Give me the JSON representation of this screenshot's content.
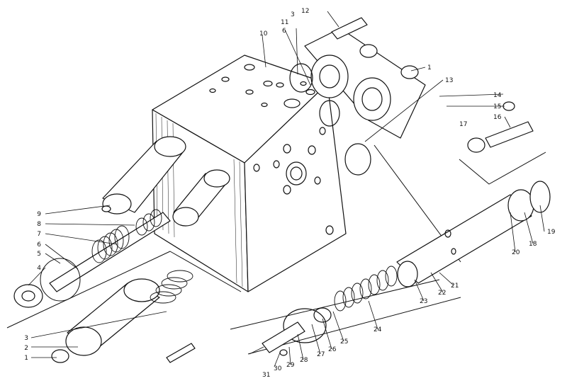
{
  "labels": {
    "n1": "1",
    "n2": "2",
    "n3": "3",
    "n4": "4",
    "n5": "5",
    "n6": "6",
    "n7": "7",
    "n8": "8",
    "n9": "9",
    "n10": "10",
    "n11": "11",
    "n12": "12",
    "n13": "13",
    "n14": "14",
    "n15": "15",
    "n16": "16",
    "n17": "17",
    "n18": "18",
    "n19": "19",
    "n20": "20",
    "n21": "21",
    "n22": "22",
    "n23": "23",
    "n24": "24",
    "n25": "25",
    "n26": "26",
    "n27": "27",
    "n28": "28",
    "n29": "29",
    "n30": "30",
    "n31": "31"
  },
  "colors": {
    "ink": "#111111",
    "paper": "#ffffff"
  }
}
